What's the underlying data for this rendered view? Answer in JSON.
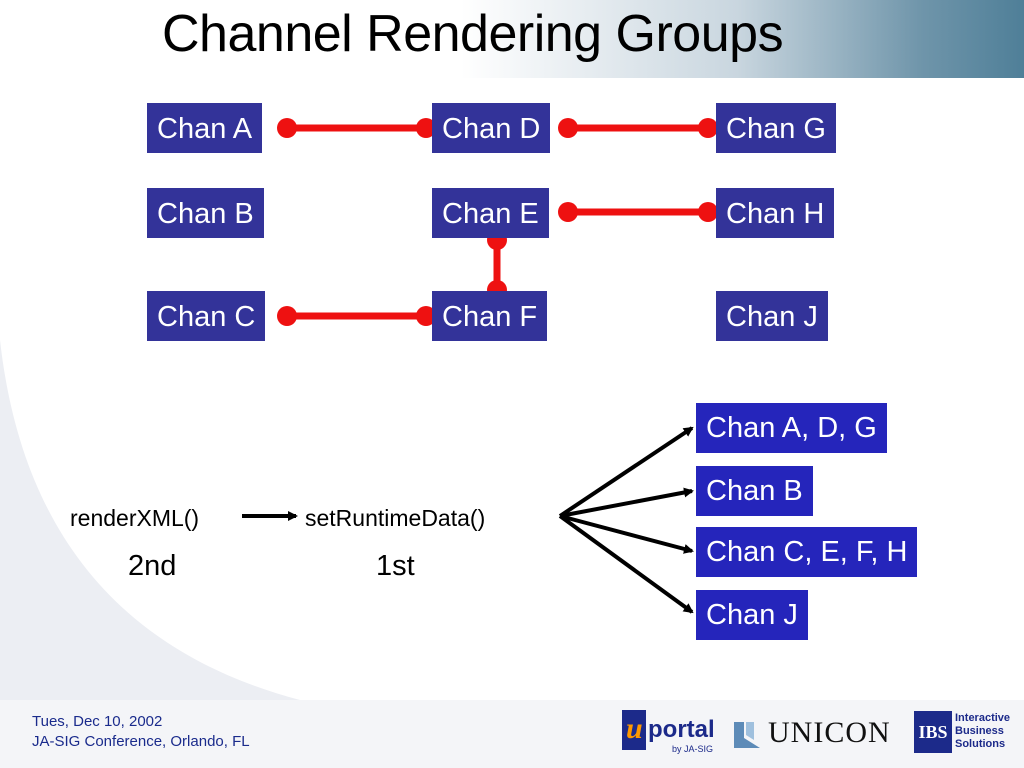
{
  "slide": {
    "title": "Channel Rendering Groups"
  },
  "channels": {
    "a": "Chan A",
    "b": "Chan B",
    "c": "Chan C",
    "d": "Chan D",
    "e": "Chan E",
    "f": "Chan F",
    "g": "Chan G",
    "h": "Chan H",
    "j": "Chan J"
  },
  "connections": [
    {
      "from": "Chan A",
      "to": "Chan D"
    },
    {
      "from": "Chan D",
      "to": "Chan G"
    },
    {
      "from": "Chan E",
      "to": "Chan H"
    },
    {
      "from": "Chan E",
      "to": "Chan F"
    },
    {
      "from": "Chan C",
      "to": "Chan F"
    }
  ],
  "flow": {
    "render_label": "renderXML()",
    "runtime_label": "setRuntimeData()",
    "render_order": "2nd",
    "runtime_order": "1st"
  },
  "groups": [
    "Chan A, D, G",
    "Chan B",
    "Chan C, E, F, H",
    "Chan J"
  ],
  "footer": {
    "date": "Tues, Dec 10, 2002",
    "event": "JA-SIG Conference, Orlando, FL"
  },
  "logos": {
    "uportal_u": "u",
    "uportal_text": "portal",
    "uportal_by": "by JA-SIG",
    "unicon": "UNICON",
    "ibs_mark": "IBS",
    "ibs_line1": "Interactive",
    "ibs_line2": "Business",
    "ibs_line3": "Solutions"
  },
  "colors": {
    "channel_box": "#333399",
    "group_box": "#2525bb",
    "connector": "#ee1111",
    "footer_text": "#1a2b8c"
  }
}
